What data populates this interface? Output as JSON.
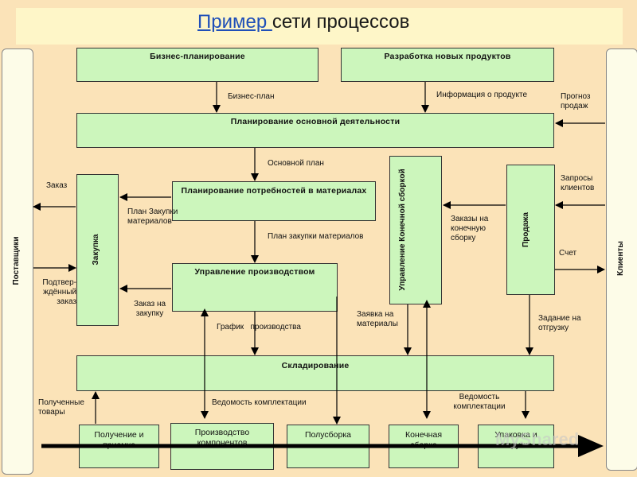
{
  "title": {
    "link": "Пример ",
    "rest": "сети процессов"
  },
  "sides": {
    "suppliers": "Поставщики",
    "clients": "Клиенты"
  },
  "boxes": {
    "business_planning": "Бизнес-планирование",
    "new_products": "Разработка новых продуктов",
    "operations_planning": "Планирование основной деятельности",
    "mrp": "Планирование потребностей в материалах",
    "production_mgmt": "Управление производством",
    "final_assembly_mgmt": "Управление Конечной сборкой",
    "sales": "Продажа",
    "purchasing": "Закупка",
    "warehousing": "Складирование",
    "receiving": "Получение и приемка",
    "component_production": "Производство компонентов",
    "subassembly": "Полусборка",
    "final_assembly": "Конечная сборка",
    "packing_shipping": "Упаковка и отгрузка"
  },
  "labels": {
    "business_plan": "Бизнес-план",
    "product_info": "Информация о продукте",
    "sales_forecast": "Прогноз продаж",
    "master_plan": "Основной план",
    "order": "Заказ",
    "purchase_plan": "План Закупки материалов",
    "confirmed_order": "Подтвер-ждённый заказ",
    "material_purchase_plan": "План закупки материалов",
    "customer_requests": "Запросы клиентов",
    "final_assembly_orders": "Заказы на конечную сборку",
    "invoice": "Счет",
    "purchase_request": "Заказ на закупку",
    "production_schedule": "График   производства",
    "material_request": "Заявка на материалы",
    "shipping_task": "Задание на отгрузку",
    "received_goods": "Полученные товары",
    "picking_list_1": "Ведомость комплектации",
    "picking_list_2": "Ведомость комплектации"
  },
  "watermark": "MyShared"
}
